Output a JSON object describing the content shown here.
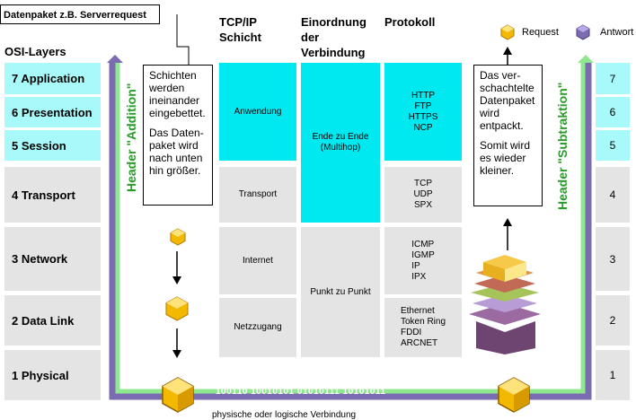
{
  "title": "Datenpaket z.B. Serverrequest",
  "headers": {
    "osi": "OSI-Layers",
    "tcpip": "TCP/IP Schicht",
    "einordnung": "Einordnung der Verbindung",
    "protokoll": "Protokoll"
  },
  "layers": [
    {
      "label": "7 Application",
      "num": "7"
    },
    {
      "label": "6 Presentation",
      "num": "6"
    },
    {
      "label": "5 Session",
      "num": "5"
    },
    {
      "label": "4 Transport",
      "num": "4"
    },
    {
      "label": "3 Network",
      "num": "3"
    },
    {
      "label": "2 Data Link",
      "num": "2"
    },
    {
      "label": "1 Physical",
      "num": "1"
    }
  ],
  "tcpip_layers": [
    "Anwendung",
    "Transport",
    "Internet",
    "Netzzugang"
  ],
  "einordnung": [
    "Ende zu Ende (Multihop)",
    "Punkt zu Punkt"
  ],
  "protocols": {
    "anwendung": "HTTP\nFTP\nHTTPS\nNCP",
    "transport": "TCP\nUDP\nSPX",
    "internet": "ICMP\nIGMP\nIP\nIPX",
    "netzzugang": "Ethernet\nToken Ring\nFDDI\nARCNET"
  },
  "left_note": {
    "p1": "Schichten werden ineinander eingebettet.",
    "p2": "Das Daten-paket wird nach unten hin größer."
  },
  "right_note": {
    "p1": "Das ver-schachtelte Datenpaket wird entpackt.",
    "p2": "Somit wird es wieder kleiner."
  },
  "left_vertical": "Header \"Addition\"",
  "right_vertical": "Header \"Subtraktion\"",
  "legend": {
    "request": "Request",
    "antwort": "Antwort"
  },
  "bits": "100110 10010101 01010111 10101011",
  "bottom": "physische oder logische Verbindung",
  "colors": {
    "cyan_light": "#a8fafa",
    "cyan": "#00e8f0",
    "gray": "#e4e4e4",
    "green": "#2a9a2a",
    "purple": "#7b6bb0",
    "gold": "#f3b800"
  }
}
